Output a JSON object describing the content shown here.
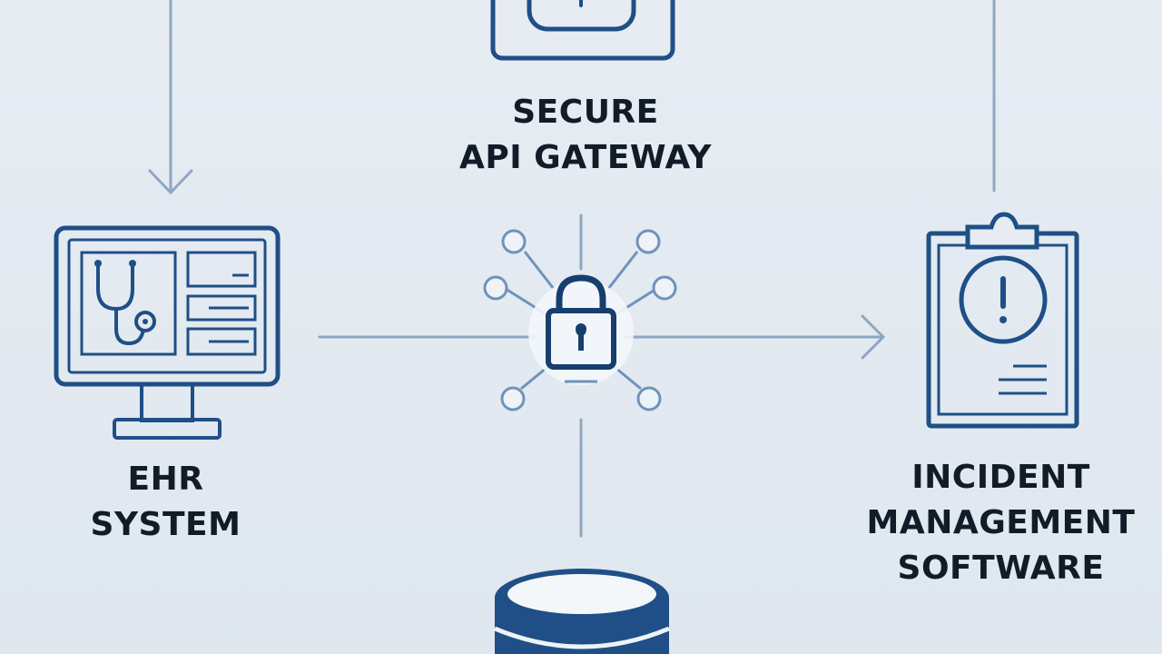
{
  "diagram": {
    "nodes": {
      "gateway": {
        "label_lines": [
          "SECURE",
          "API GATEWAY"
        ],
        "icon": "lock-network-icon"
      },
      "ehr": {
        "label_lines": [
          "EHR",
          "SYSTEM"
        ],
        "icon": "monitor-stethoscope-icon"
      },
      "incident": {
        "label_lines": [
          "INCIDENT",
          "MANAGEMENT",
          "SOFTWARE"
        ],
        "icon": "clipboard-alert-icon"
      },
      "database": {
        "icon": "database-icon"
      }
    },
    "colors": {
      "primary": "#1f4f86",
      "connector": "#8ea7c2",
      "node_ring": "#6f93ba",
      "background": "#e3eaf1",
      "text": "#121c28"
    }
  }
}
